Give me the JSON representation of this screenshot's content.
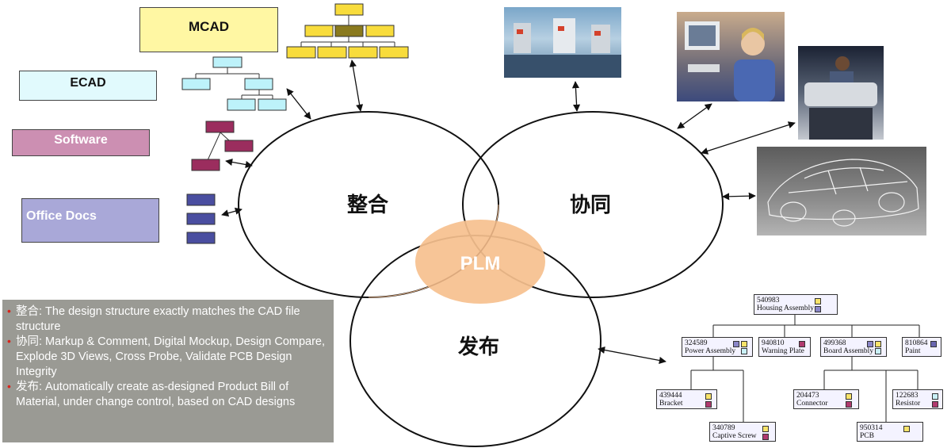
{
  "sources": {
    "mcad": "MCAD",
    "ecad": "ECAD",
    "software": "Software",
    "office_docs": "Office Docs"
  },
  "circles": {
    "integration": "整合",
    "collaboration": "协同",
    "release": "发布",
    "center": "PLM"
  },
  "bullets": [
    {
      "key": "整合",
      "text": ": The design structure exactly matches the CAD file structure"
    },
    {
      "key": "协同",
      "text": ": Markup & Comment, Digital Mockup,  Design Compare, Explode 3D Views, Cross Probe, Validate PCB Design Integrity"
    },
    {
      "key": "发布",
      "text": ": Automatically create as-designed Product Bill of Material, under change control, based on CAD designs"
    }
  ],
  "bom": {
    "root": {
      "id": "540983",
      "name": "Housing Assembly"
    },
    "level1": [
      {
        "id": "324589",
        "name": "Power Assembly"
      },
      {
        "id": "940810",
        "name": "Warning Plate"
      },
      {
        "id": "499368",
        "name": "Board Assembly"
      },
      {
        "id": "810864",
        "name": "Paint"
      }
    ],
    "level2": [
      {
        "id": "439444",
        "name": "Bracket"
      },
      {
        "id": "340789",
        "name": "Captive Screw"
      },
      {
        "id": "204473",
        "name": "Connector"
      },
      {
        "id": "122683",
        "name": "Resistor"
      },
      {
        "id": "950314",
        "name": "PCB"
      }
    ]
  },
  "colors": {
    "mcad_fill": "#fff7a3",
    "ecad_fill": "#e1fafd",
    "software_fill": "#cc8fb2",
    "office_fill": "#a9a8d8",
    "plm_fill": "#f6c08e",
    "bullet_panel": "#9a9a94",
    "bullet_dot": "#d8261c"
  },
  "photos": {
    "machines": "industrial-machines-photo",
    "engineer": "engineer-at-computer-photo",
    "technician": "technician-with-machine-photo",
    "car": "wireframe-car-3d-render"
  }
}
